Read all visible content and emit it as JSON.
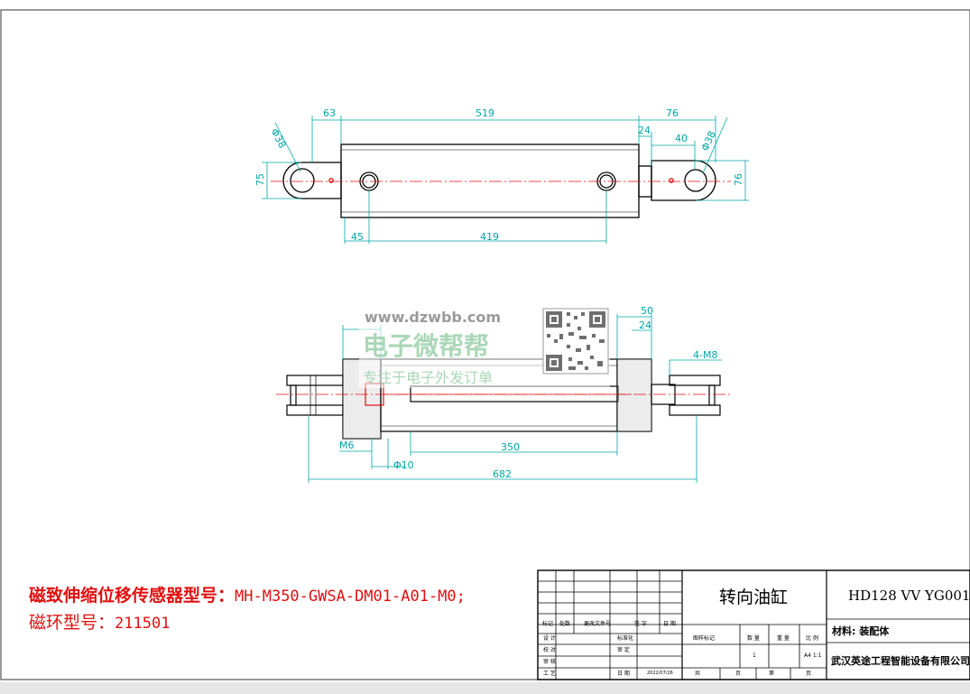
{
  "sensor_note": {
    "label": "磁致伸缩位移传感器型号：",
    "model": "MH-M350-GWSA-DM01-A01-M0;",
    "ring_label": "磁环型号：",
    "ring_model": "211501"
  },
  "top_view": {
    "dims": {
      "d63": "63",
      "d519": "519",
      "d76a": "76",
      "d24": "24",
      "d40": "40",
      "d75": "75",
      "d76b": "76",
      "d45": "45",
      "d419": "419",
      "phi_left": "Φ38",
      "phi_right": "Φ38"
    }
  },
  "section_view": {
    "dims": {
      "d50": "50",
      "d24": "24",
      "m8": "4-M8",
      "m6": "M6",
      "d350": "350",
      "phi10": "Φ10",
      "d682": "682"
    }
  },
  "watermark": {
    "url": "www.dzwbb.com",
    "name": "电子微帮帮",
    "slogan": "专注于电子外发订单"
  },
  "title_block": {
    "part_name": "转向油缸",
    "drawing_no": "HD128 VV YG001",
    "material": "材料: 装配体",
    "company": "武汉英途工程智能设备有限公司",
    "hdr": [
      "标记",
      "处数",
      "更改文件号",
      "签 字",
      "日 期"
    ],
    "roles": [
      "设 计",
      "校 对",
      "审 核",
      "工 艺"
    ],
    "std": "标准化",
    "approve": "审 定",
    "date_label": "日 期",
    "date_val": "2022/07/26",
    "mark_label": "图样标记",
    "qty": "数 量",
    "weight": "重 量",
    "scale": "比 例",
    "qty_val": "1",
    "scale_val": "A4 1:1",
    "total": "共",
    "page1": "页",
    "sheet": "第",
    "page2": "页"
  },
  "colors": {
    "outline": "#000000",
    "dim": "#00a6a6",
    "center": "#e01010"
  }
}
